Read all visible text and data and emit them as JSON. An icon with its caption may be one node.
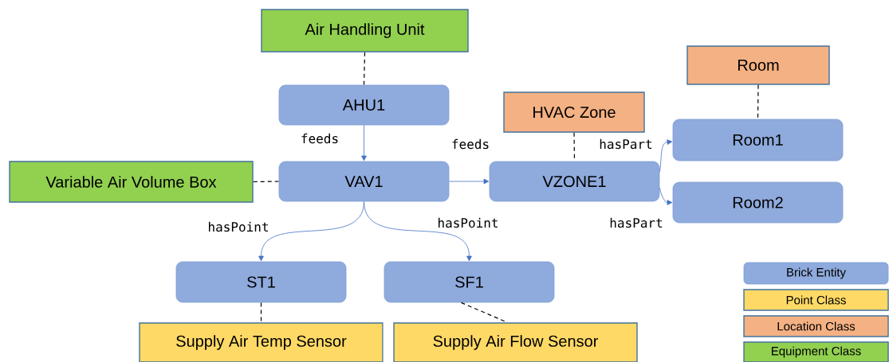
{
  "diagram": {
    "nodes": [
      {
        "text": [
          "Air Handling Unit"
        ]
      },
      {
        "text": [
          "AHU1"
        ]
      },
      {
        "text": [
          "Variable Air Volume Box"
        ]
      },
      {
        "text": [
          "VAV1"
        ]
      },
      {
        "text": [
          "HVAC Zone"
        ]
      },
      {
        "text": [
          "VZONE1"
        ]
      },
      {
        "text": [
          "Room"
        ]
      },
      {
        "text": [
          "Room1"
        ]
      },
      {
        "text": [
          "Room2"
        ]
      },
      {
        "text": [
          "ST1"
        ]
      },
      {
        "text": [
          "SF1"
        ]
      },
      {
        "text": [
          "Supply Air Temp Sensor"
        ]
      },
      {
        "text": [
          "Supply Air Flow Sensor"
        ]
      }
    ],
    "edges": [
      {
        "from": 0,
        "to": 1,
        "arrow": "none",
        "style": "dashed"
      },
      {
        "from": 1,
        "to": 3,
        "arrow": "to",
        "label": "feeds",
        "color": "#4472c4"
      },
      {
        "from": 2,
        "to": 3,
        "arrow": "none",
        "style": "dashed"
      },
      {
        "from": 3,
        "to": 5,
        "arrow": "to",
        "label": "feeds",
        "color": "#4472c4"
      },
      {
        "from": 4,
        "to": 5,
        "arrow": "none",
        "style": "dashed"
      },
      {
        "from": 6,
        "to": 7,
        "arrow": "none",
        "style": "dashed"
      },
      {
        "from": 5,
        "to": 7,
        "arrow": "to",
        "label": "hasPart",
        "color": "#4472c4"
      },
      {
        "from": 5,
        "to": 8,
        "arrow": "to",
        "label": "hasPart",
        "color": "#4472c4"
      },
      {
        "from": 3,
        "to": 9,
        "arrow": "to",
        "label": "hasPoint",
        "color": "#4472c4"
      },
      {
        "from": 3,
        "to": 10,
        "arrow": "to",
        "label": "hasPoint",
        "color": "#4472c4"
      },
      {
        "from": 9,
        "to": 11,
        "arrow": "none",
        "style": "dashed"
      },
      {
        "from": 10,
        "to": 12,
        "arrow": "none",
        "style": "dashed"
      }
    ],
    "legend": [
      {
        "text": "Brick Entity",
        "color": "#8faadc"
      },
      {
        "text": "Point Class",
        "color": "#ffd966"
      },
      {
        "text": "Location Class",
        "color": "#f4b183"
      },
      {
        "text": "Equipment Class",
        "color": "#92d050"
      }
    ]
  }
}
